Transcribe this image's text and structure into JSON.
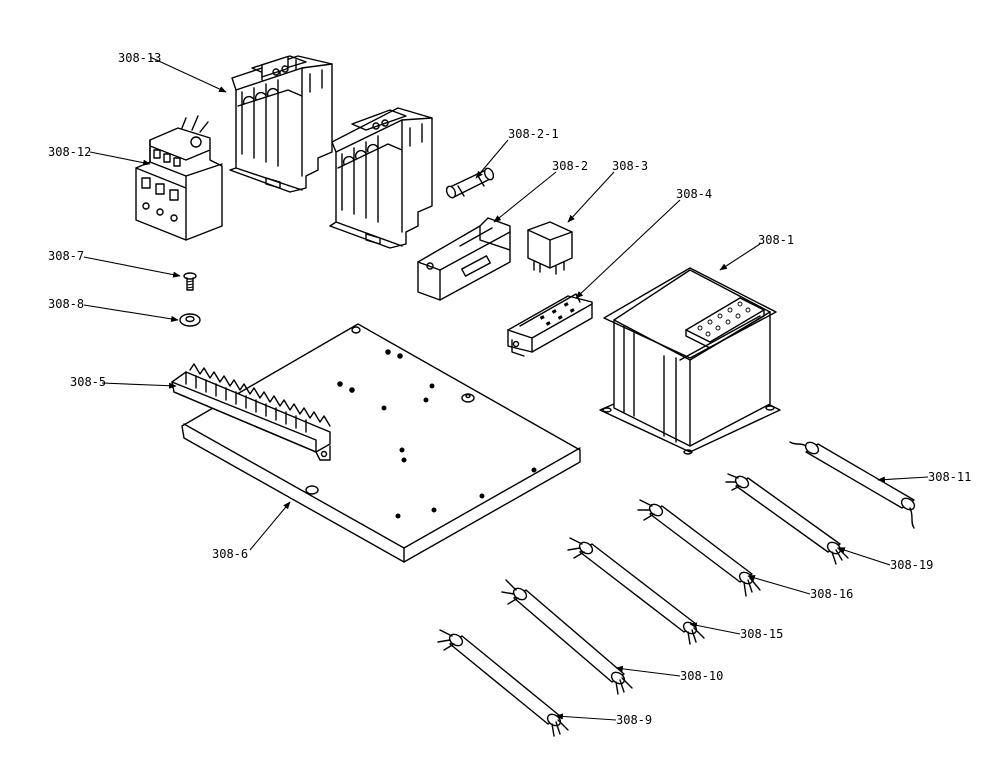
{
  "labels": {
    "p308_13": "308-13",
    "p308_12": "308-12",
    "p308_2_1": "308-2-1",
    "p308_2": "308-2",
    "p308_3": "308-3",
    "p308_4": "308-4",
    "p308_1": "308-1",
    "p308_7": "308-7",
    "p308_8": "308-8",
    "p308_5": "308-5",
    "p308_6": "308-6",
    "p308_11": "308-11",
    "p308_19": "308-19",
    "p308_16": "308-16",
    "p308_15": "308-15",
    "p308_10": "308-10",
    "p308_9": "308-9"
  }
}
